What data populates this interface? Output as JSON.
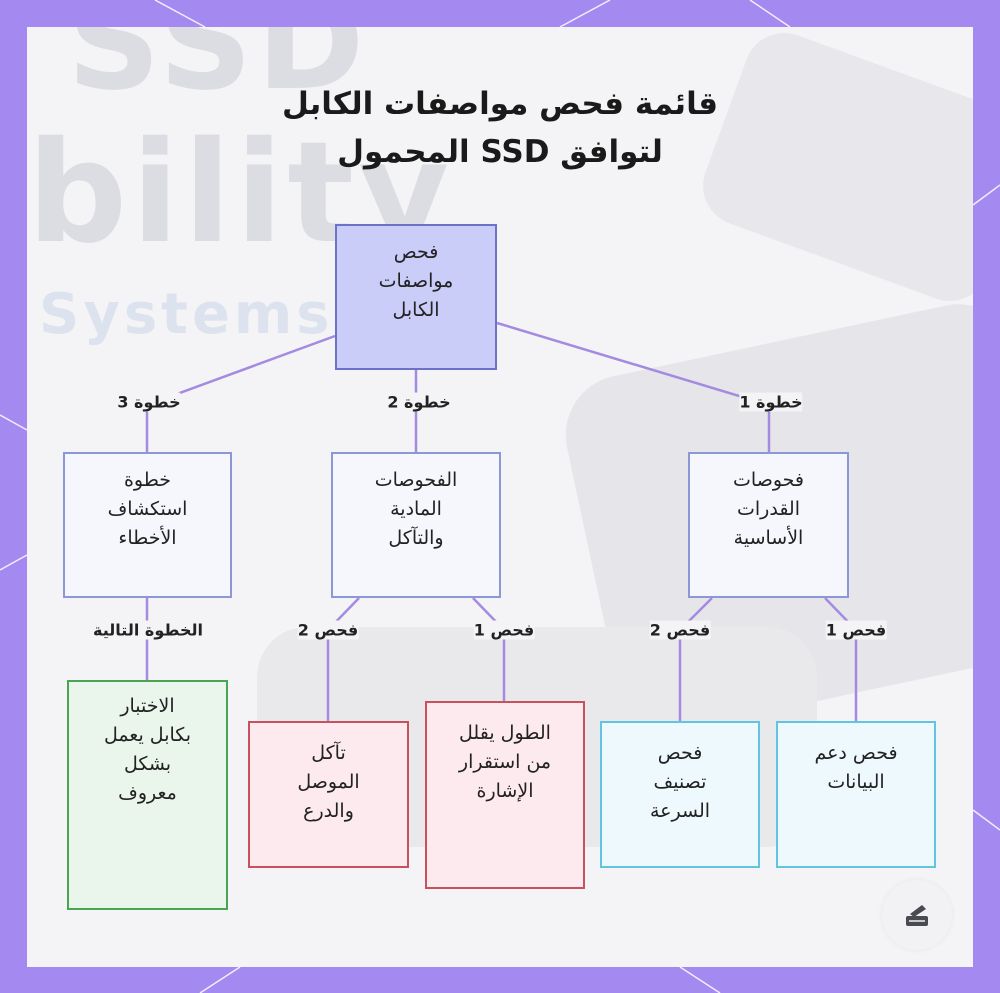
{
  "title_line1": "قائمة فحص مواصفات الكابل",
  "title_line2": "لتوافق SSD المحمول",
  "watermark": [
    "SSD",
    "bility",
    "Systems"
  ],
  "nodes": {
    "root": [
      "فحص",
      "مواصفات",
      "الكابل"
    ],
    "basic": [
      "فحوصات",
      "القدرات",
      "الأساسية"
    ],
    "physical": [
      "الفحوصات",
      "المادية",
      "والتآكل"
    ],
    "trouble": [
      "خطوة",
      "استكشاف",
      "الأخطاء"
    ],
    "data": [
      "فحص دعم",
      "البيانات"
    ],
    "speed": [
      "فحص",
      "تصنيف",
      "السرعة"
    ],
    "length": [
      "الطول يقلل",
      "من استقرار",
      "الإشارة"
    ],
    "wear": [
      "تآكل",
      "الموصل",
      "والدرع"
    ],
    "test": [
      "الاختبار",
      "بكابل يعمل",
      "بشكل",
      "معروف"
    ]
  },
  "edge_labels": {
    "step1": "خطوة 1",
    "step2": "خطوة 2",
    "step3": "خطوة 3",
    "basic_check1": "فحص 1",
    "basic_check2": "فحص 2",
    "physical_check1": "فحص 1",
    "physical_check2": "فحص 2",
    "next_step": "الخطوة التالية"
  },
  "colors": {
    "frame": "#a48af0",
    "edge": "#a48ae0",
    "root_fill": "#c9cdf7",
    "cyan_border": "#63c3e3",
    "red_border": "#c9515e",
    "green_border": "#49a553"
  },
  "corner_icon": "pen-icon"
}
